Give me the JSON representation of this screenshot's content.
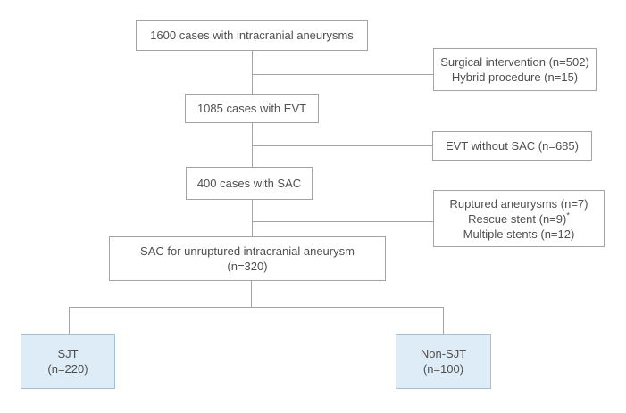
{
  "diagram": {
    "type": "flowchart",
    "description": "Patient selection flow diagram for stent-assisted coiling study",
    "colors": {
      "background": "#ffffff",
      "box_border": "#a3a3a3",
      "connector_line": "#a3a3a3",
      "text": "#4f4f4f",
      "highlight_fill": "#ddecf6",
      "highlight_border": "#a5c0cf"
    }
  },
  "nodes": {
    "total": {
      "label": "1600 cases with intracranial aneurysms"
    },
    "surgical_excluded": {
      "line1": "Surgical intervention (n=502)",
      "line2": "Hybrid procedure (n=15)"
    },
    "evt": {
      "label": "1085 cases with EVT"
    },
    "evt_without_sac": {
      "label": "EVT without SAC (n=685)"
    },
    "sac": {
      "label": "400 cases with SAC"
    },
    "sac_excluded": {
      "line1": "Ruptured aneurysms (n=7)",
      "line2": "Rescue stent (n=9)",
      "line2_sup": "*",
      "line3": "Multiple stents (n=12)"
    },
    "sac_unruptured": {
      "line1": "SAC for unruptured intracranial aneurysm",
      "line2": "(n=320)"
    },
    "sjt": {
      "line1": "SJT",
      "line2": "(n=220)"
    },
    "non_sjt": {
      "line1": "Non-SJT",
      "line2": "(n=100)"
    }
  }
}
